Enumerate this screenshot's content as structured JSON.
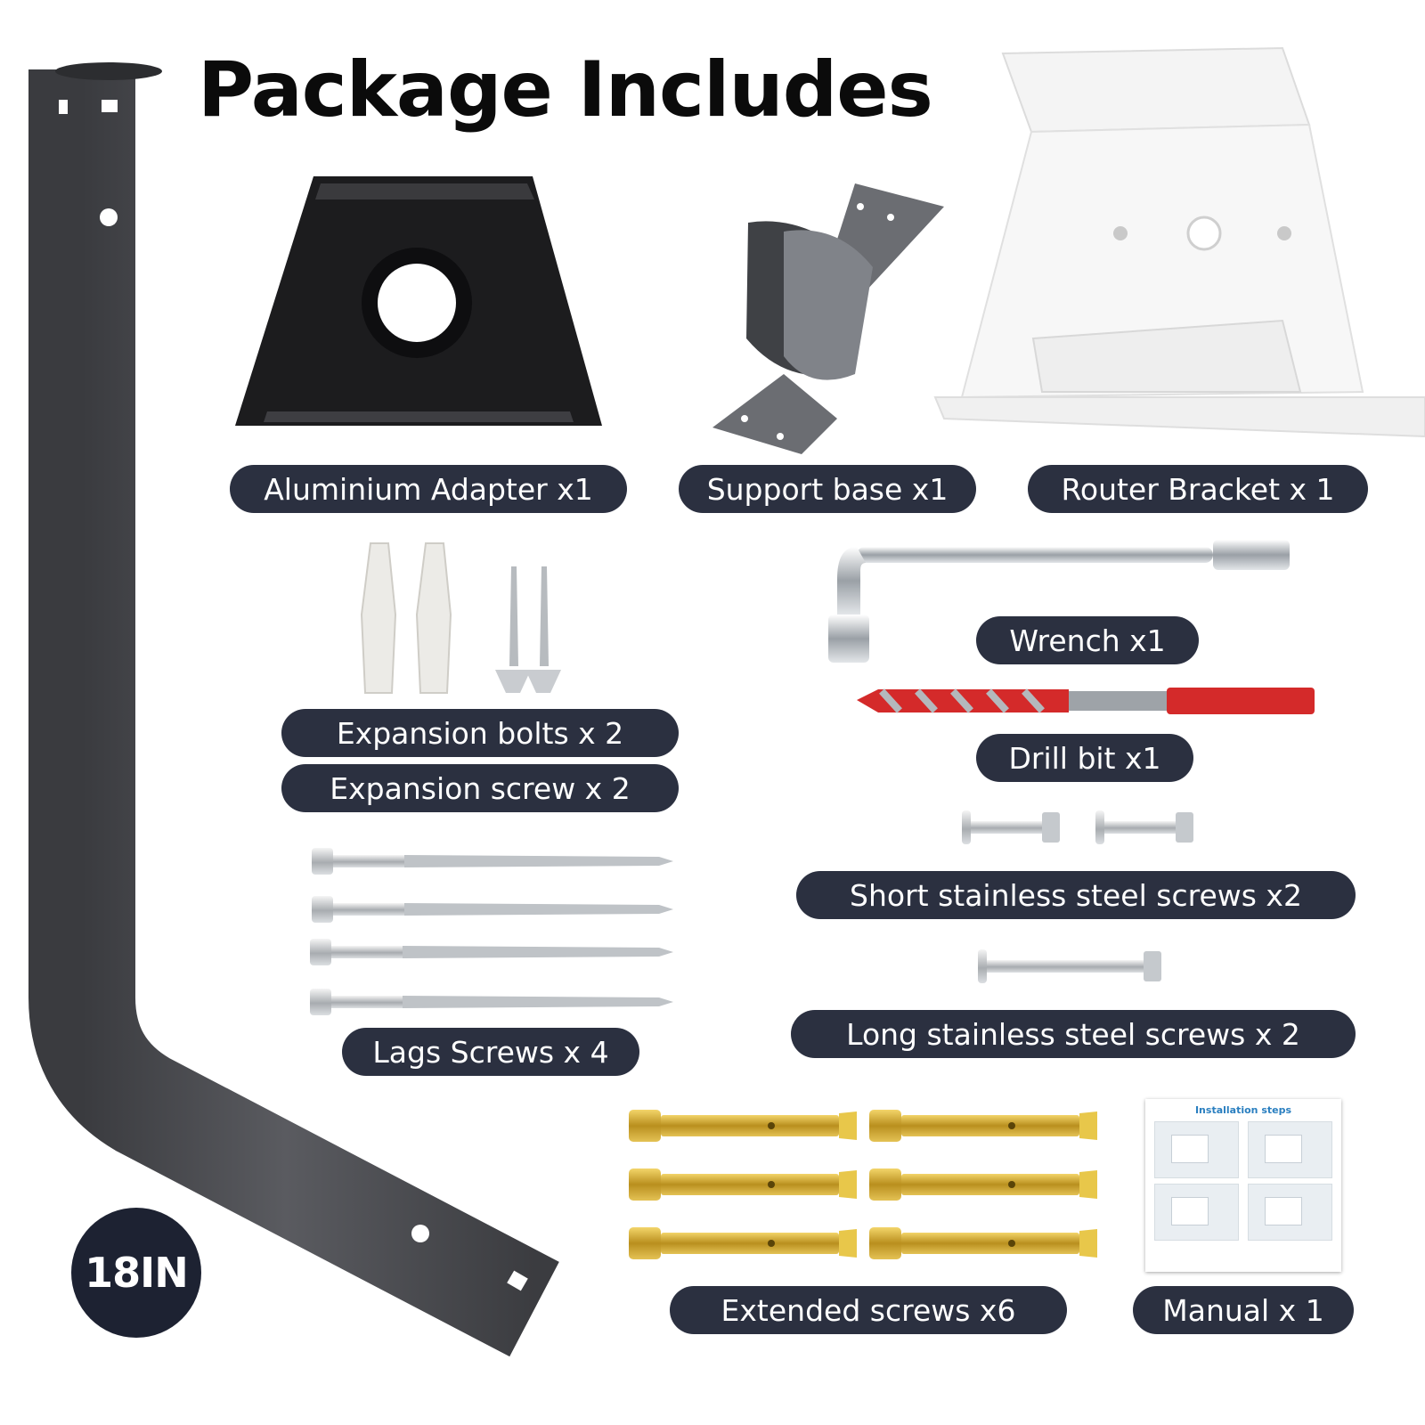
{
  "title": "Package Includes",
  "badge": "18IN",
  "labels": {
    "aluminium_adapter": "Aluminium Adapter x1",
    "support_base": "Support base x1",
    "router_bracket": "Router Bracket x 1",
    "wrench": "Wrench x1",
    "expansion_bolts": "Expansion bolts x 2",
    "expansion_screw": "Expansion screw x 2",
    "drill_bit": "Drill bit x1",
    "short_screws": "Short stainless steel screws x2",
    "long_screws": "Long stainless steel screws x 2",
    "lags_screws": "Lags Screws x 4",
    "extended_screws": "Extended screws x6",
    "manual": "Manual x 1"
  },
  "manual_sheet": {
    "heading": "Installation steps"
  },
  "colors": {
    "pill_background": "#2b3040",
    "pill_text": "#ffffff",
    "pole": "#4b4c50",
    "adapter": "#1c1c1e",
    "bracket": "#f4f4f4",
    "drill_tip": "#d42a2a",
    "anchor_gold": "#c9a227",
    "manual_heading": "#2a7fc0"
  },
  "icons": [
    "mounting-pole-icon",
    "aluminium-adapter-icon",
    "support-base-icon",
    "router-bracket-icon",
    "wrench-icon",
    "drill-bit-icon",
    "expansion-bolt-icon",
    "expansion-screw-icon",
    "lag-screw-icon",
    "short-screw-icon",
    "long-screw-icon",
    "extended-screw-icon",
    "manual-icon"
  ]
}
